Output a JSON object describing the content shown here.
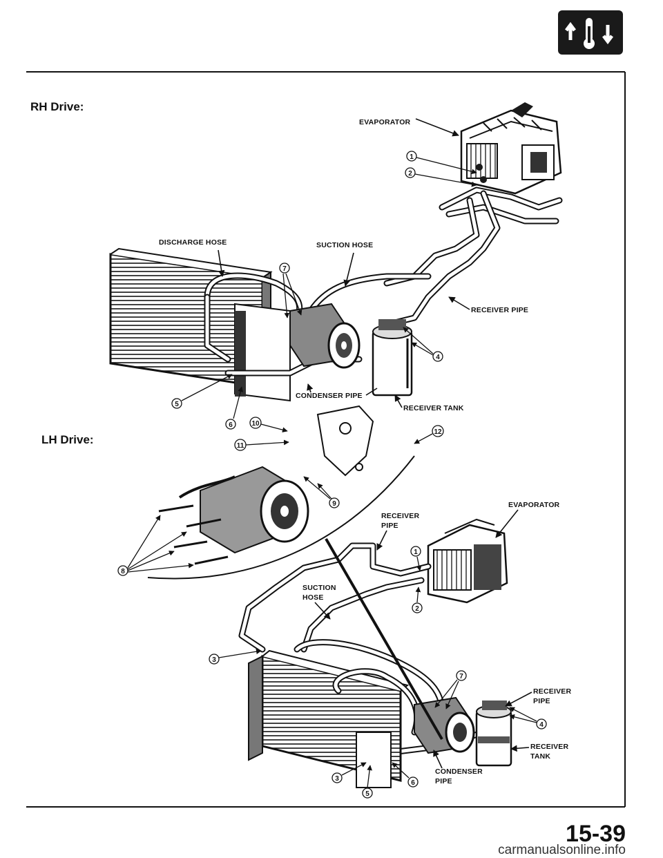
{
  "page": {
    "number": "15-39",
    "watermark": "carmanualsonline.info"
  },
  "sections": {
    "rh": "RH Drive:",
    "lh": "LH Drive:"
  },
  "labels": {
    "rh_evaporator": "EVAPORATOR",
    "rh_discharge_hose": "DISCHARGE HOSE",
    "rh_suction_hose": "SUCTION HOSE",
    "rh_receiver_pipe": "RECEIVER PIPE",
    "rh_condenser_pipe": "CONDENSER PIPE",
    "rh_receiver_tank": "RECEIVER TANK",
    "lh_evaporator": "EVAPORATOR",
    "lh_receiver_pipe_top_1": "RECEIVER",
    "lh_receiver_pipe_top_2": "PIPE",
    "lh_suction_hose_1": "SUCTION",
    "lh_suction_hose_2": "HOSE",
    "lh_receiver_pipe_right_1": "RECEIVER",
    "lh_receiver_pipe_right_2": "PIPE",
    "lh_receiver_tank_1": "RECEIVER",
    "lh_receiver_tank_2": "TANK",
    "lh_condenser_pipe_1": "CONDENSER",
    "lh_condenser_pipe_2": "PIPE"
  },
  "callouts": {
    "c1": "1",
    "c2": "2",
    "c3": "3",
    "c4": "4",
    "c5": "5",
    "c6": "6",
    "c7": "7",
    "c8": "8",
    "c9": "9",
    "c10": "10",
    "c11": "11",
    "c12": "12"
  },
  "icons": {
    "header_icon": "ac-temperature-icon"
  }
}
